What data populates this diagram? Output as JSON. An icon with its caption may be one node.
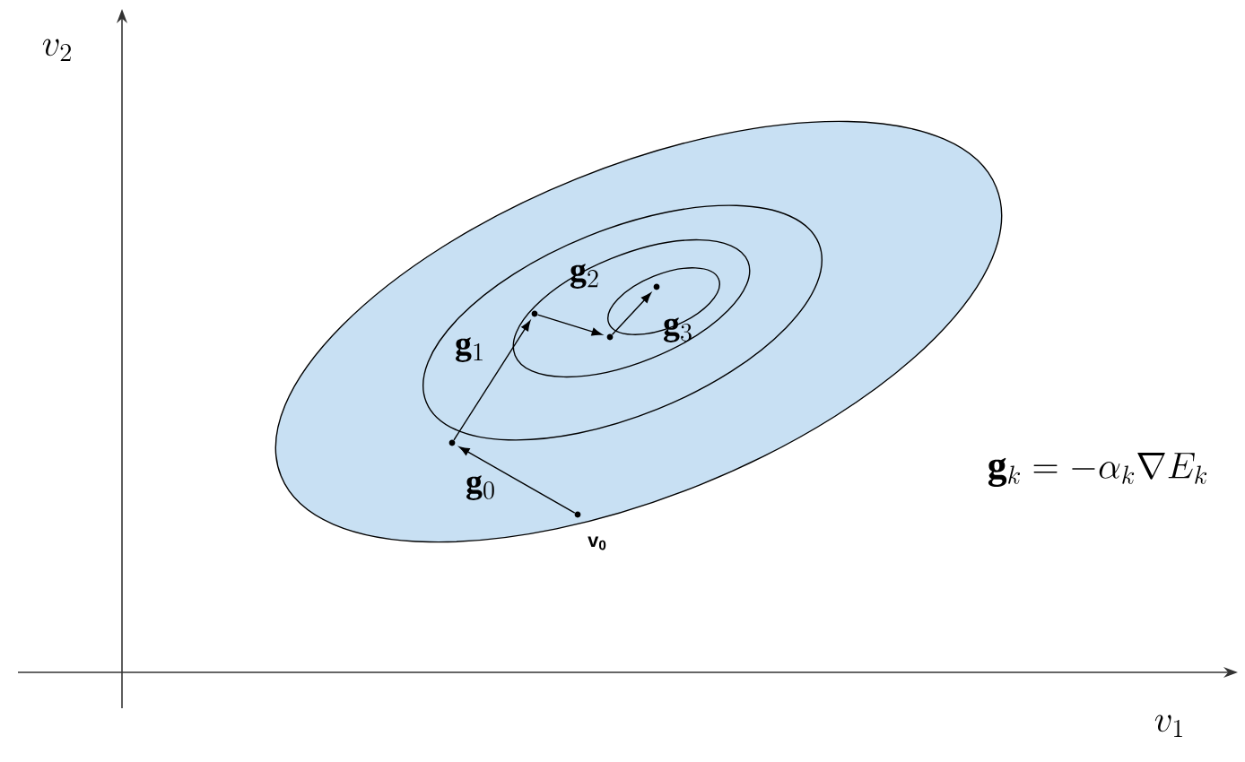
{
  "diagram": {
    "nodes": [
      {
        "text": [],
        "shape": "circle",
        "beside": [
          "v$_{0}$"
        ]
      },
      {
        "text": [],
        "shape": "circle"
      },
      {
        "text": [],
        "shape": "circle"
      },
      {
        "text": [],
        "shape": "circle"
      },
      {
        "text": [],
        "shape": "circle"
      }
    ],
    "edges": [
      {
        "from": 0,
        "to": 1,
        "arrow": "to",
        "label": "\\mathbf{g}_{0}"
      },
      {
        "from": 1,
        "to": 2,
        "arrow": "to",
        "label": "\\mathbf{g}_{1}"
      },
      {
        "from": 2,
        "to": 3,
        "arrow": "to",
        "label": "\\mathbf{g}_{2}"
      },
      {
        "from": 3,
        "to": 4,
        "arrow": "to",
        "label": "\\mathbf{g}_{3}"
      }
    ],
    "labels": [
      "v_{2}",
      "v_{1}",
      "\\mathbf{g}_{k}=-\\alpha_{k}\\nabla E_{k}"
    ]
  }
}
